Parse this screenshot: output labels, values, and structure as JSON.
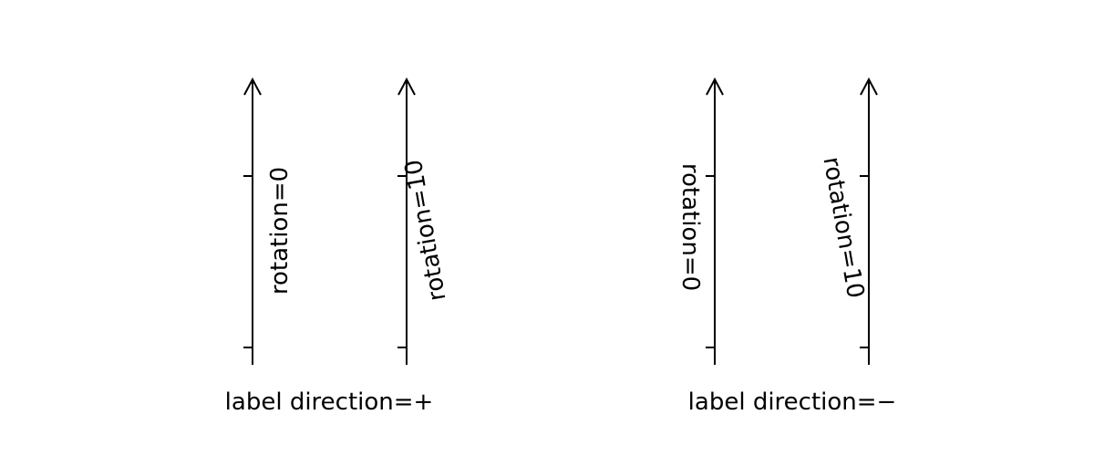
{
  "panels": [
    {
      "caption": "label direction=+",
      "axes": [
        {
          "label": "rotation=0"
        },
        {
          "label": "rotation=10"
        }
      ]
    },
    {
      "caption": "label direction=−",
      "axes": [
        {
          "label": "rotation=0"
        },
        {
          "label": "rotation=10"
        }
      ]
    }
  ]
}
